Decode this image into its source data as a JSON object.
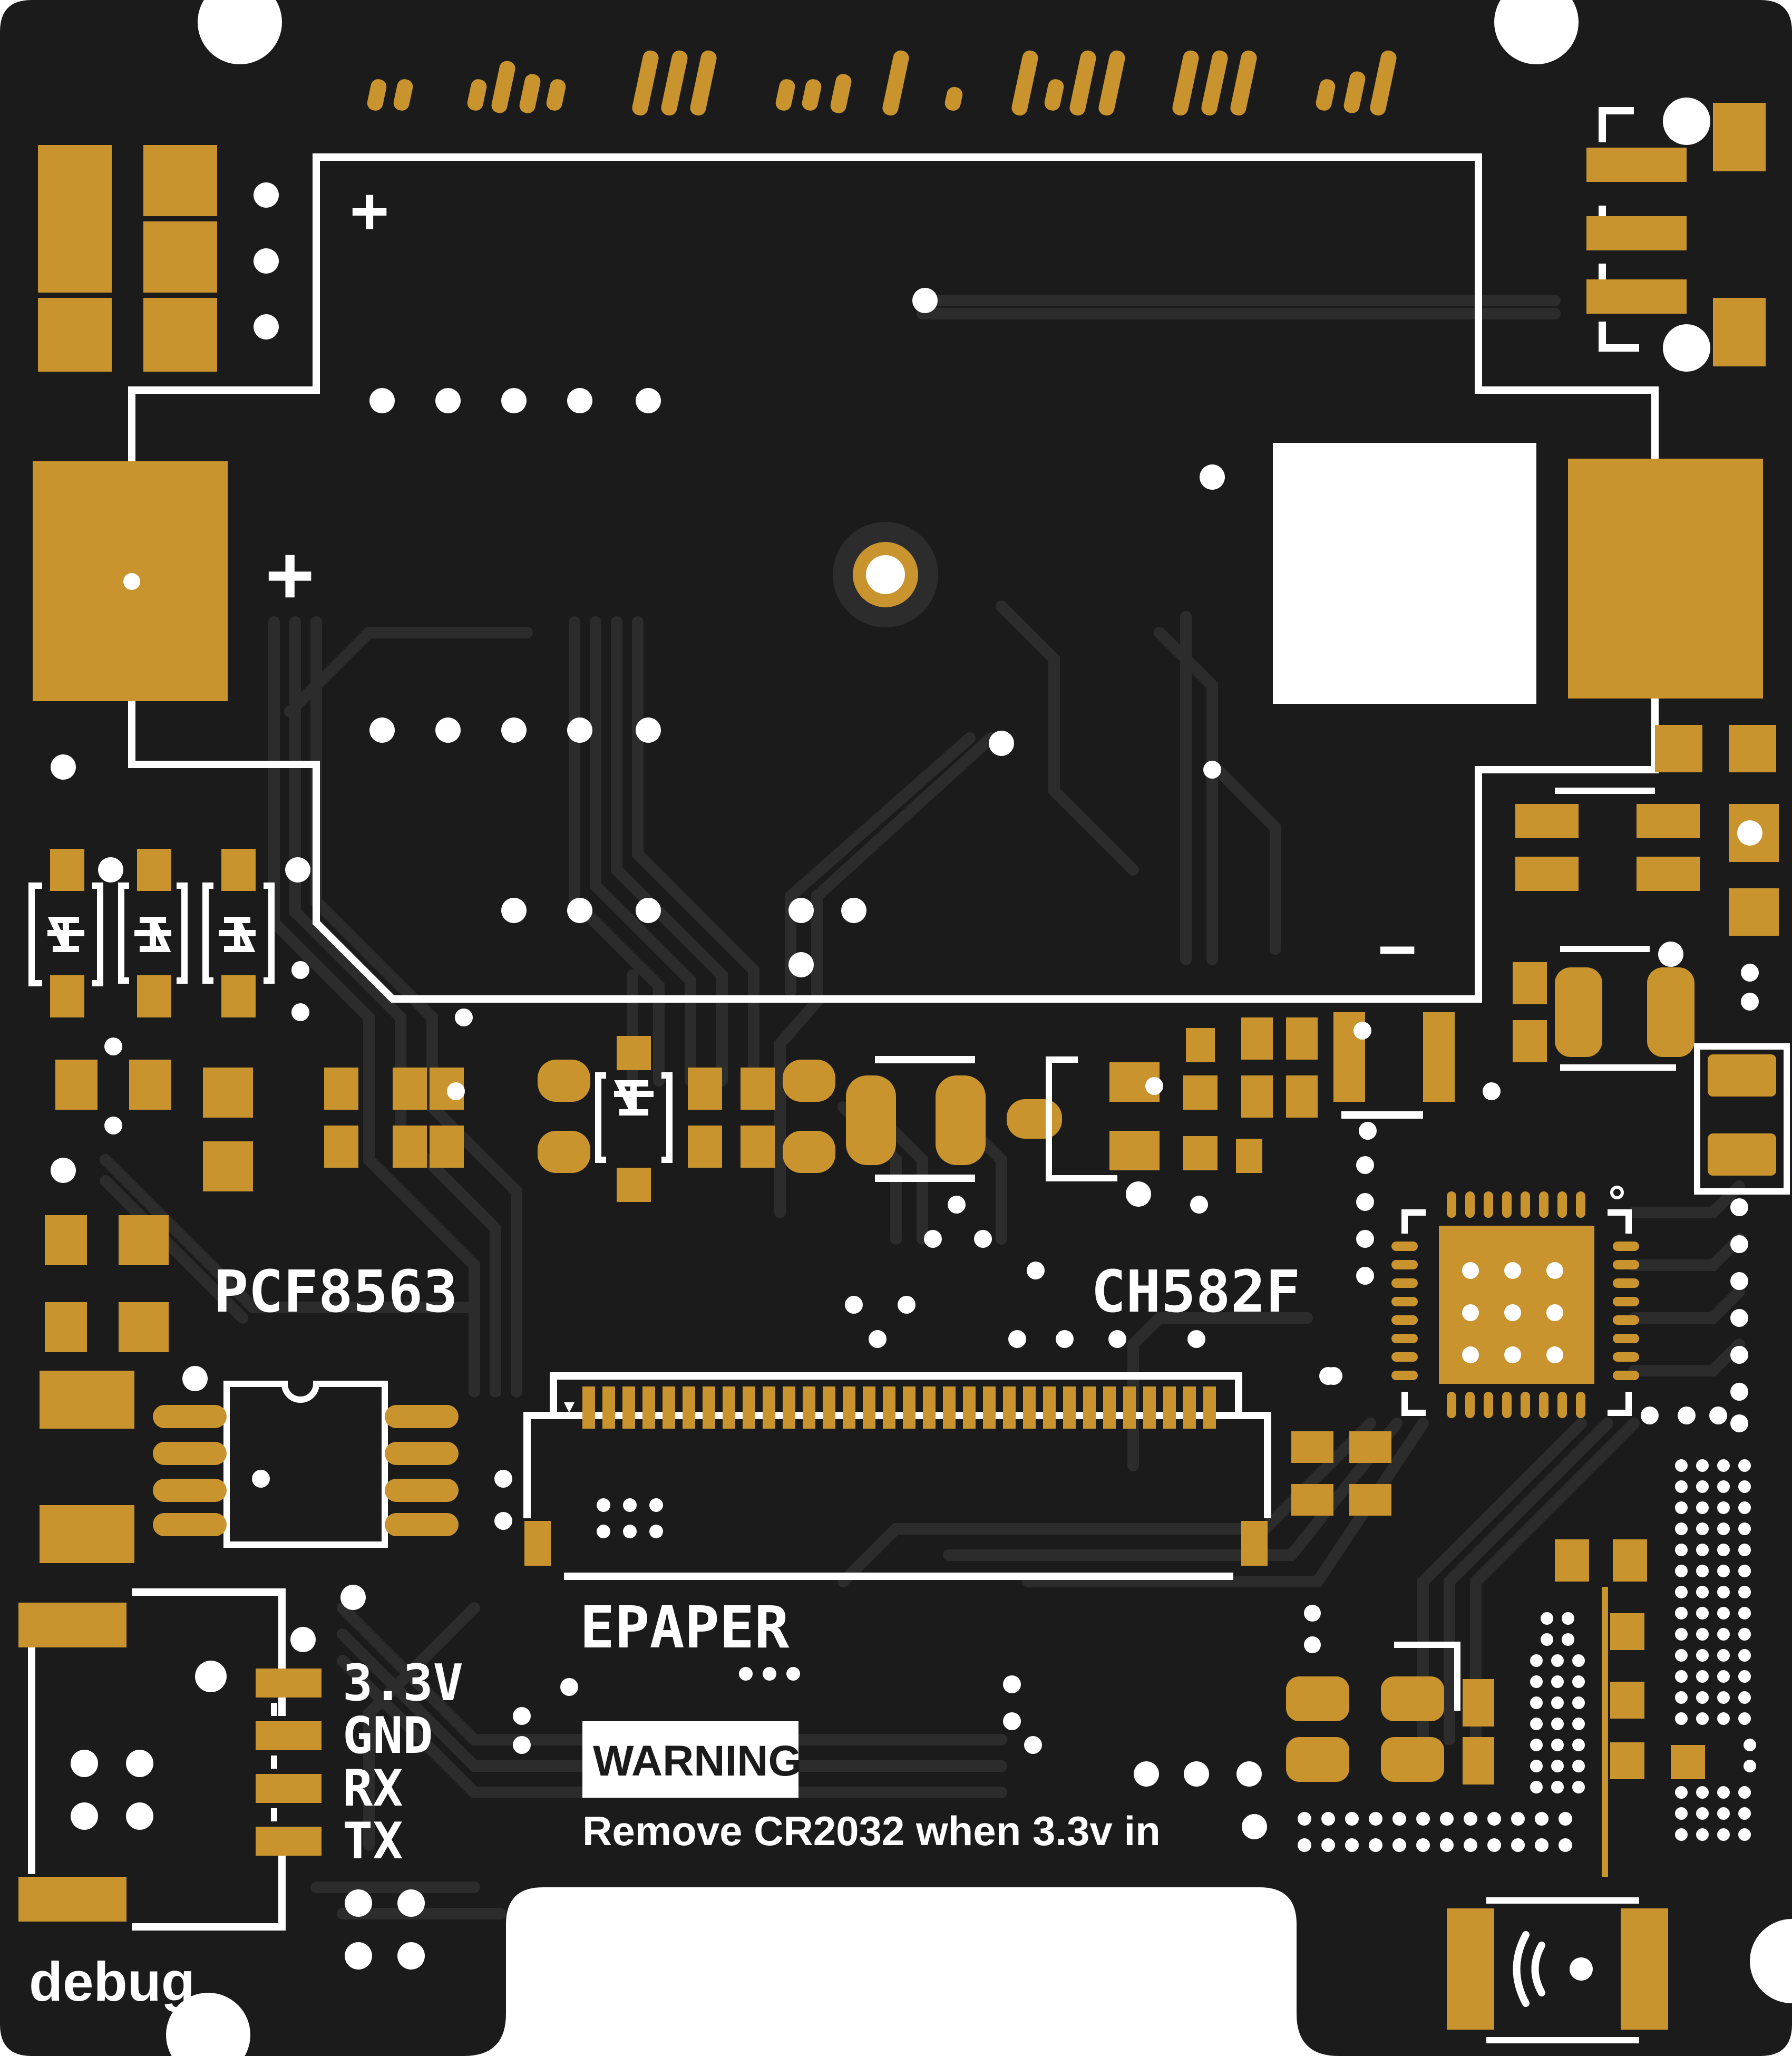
{
  "board": {
    "colors": {
      "pcb": "#1b1b1b",
      "trace": "#2c2c2c",
      "copper": "#c9942e",
      "silk": "#ffffff",
      "background": "#ffffff"
    }
  },
  "labels": {
    "rtc_chip": "PCF8563",
    "mcu_chip": "CH582F",
    "epaper_connector": "EPAPER",
    "debug_header": "debug",
    "pin_33v": "3.3V",
    "pin_gnd": "GND",
    "pin_rx": "RX",
    "pin_tx": "TX",
    "warning_title": "WARNING",
    "warning_text": "Remove CR2032 when 3.3v in",
    "battery_plus_top": "+",
    "battery_plus_left": "+",
    "battery_minus": "−"
  },
  "icons": {
    "diode": "diode-icon",
    "antenna": "antenna-icon",
    "mounting_hole": "mounting-hole-icon"
  }
}
